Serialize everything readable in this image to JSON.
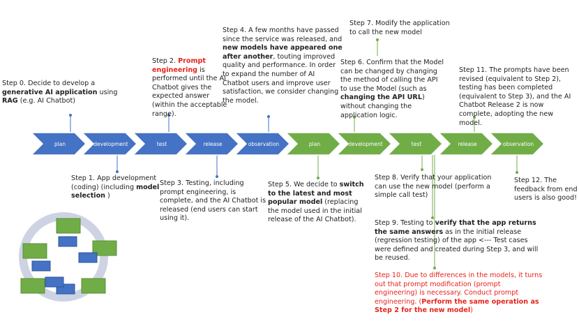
{
  "chevrons": [
    {
      "label": "plan",
      "color": "#4472c4"
    },
    {
      "label": "development",
      "color": "#4472c4"
    },
    {
      "label": "test",
      "color": "#4472c4"
    },
    {
      "label": "release",
      "color": "#4472c4"
    },
    {
      "label": "observation",
      "color": "#4472c4"
    },
    {
      "label": "plan",
      "color": "#70ad47"
    },
    {
      "label": "development",
      "color": "#70ad47"
    },
    {
      "label": "test",
      "color": "#70ad47"
    },
    {
      "label": "release",
      "color": "#70ad47"
    },
    {
      "label": "observation",
      "color": "#70ad47"
    }
  ],
  "colors": {
    "blue": "#4472c4",
    "green": "#70ad47",
    "red": "#e8221b",
    "cycle_ring": "#cdd3e3"
  },
  "steps": {
    "s0": {
      "a": "Step 0. Decide to develop a ",
      "b": "generative AI application",
      "c": " using ",
      "d": "RAG",
      "e": " (e.g. AI Chatbot)"
    },
    "s1": {
      "a": "Step 1. App development (coding) (including ",
      "b": "model selection",
      "c": " )"
    },
    "s2": {
      "a": "Step 2. ",
      "b": "Prompt engineering",
      "c": " is performed until the AI Chatbot gives the expected answer (within the acceptable range)."
    },
    "s3": {
      "a": "Step 3. Testing, including prompt engineering, is complete, and the AI Chatbot is released (end users can start using it)."
    },
    "s4": {
      "a": "Step 4. A few months have passed since the service was released, and ",
      "b": "new models have appeared one after another",
      "c": ", touting improved quality and performance. In order to expand the number of AI Chatbot users and improve user satisfaction, we consider changing the model."
    },
    "s5": {
      "a": "Step 5. We decide to ",
      "b": "switch to the latest and most popular model",
      "c": " (replacing the model used in the initial release of the AI Chatbot)."
    },
    "s6": {
      "a": "Step 6. Confirm that the Model can be changed by changing the method of calling the API to use the Model (such as ",
      "b": "changing the API URL",
      "c": ") without changing the application logic."
    },
    "s7": {
      "a": "Step 7. Modify the application to call the new model"
    },
    "s8": {
      "a": "Step 8. Verify that your application can use the new model (perform a simple call test)"
    },
    "s9": {
      "a": "Step 9. Testing to ",
      "b": "verify that the app returns the same answers",
      "c": " as in the initial release (regression testing) of the app  <--- Test cases were defined and created during Step 3, and will be reused."
    },
    "s10": {
      "a": "Step 10. Due to differences in the models, it turns out that prompt modification (prompt engineering) is necessary. Conduct prompt engineering. (",
      "b": "Perform the same operation as Step 2 for the new model",
      "c": ")"
    },
    "s11": {
      "a": "Step 11. The prompts have been revised (equivalent to Step 2), testing has been completed (equivalent to Step 3), and the AI Chatbot Release 2 is now complete, adopting the new model."
    },
    "s12": {
      "a": "Step 12. The feedback from end users is also good!"
    }
  }
}
